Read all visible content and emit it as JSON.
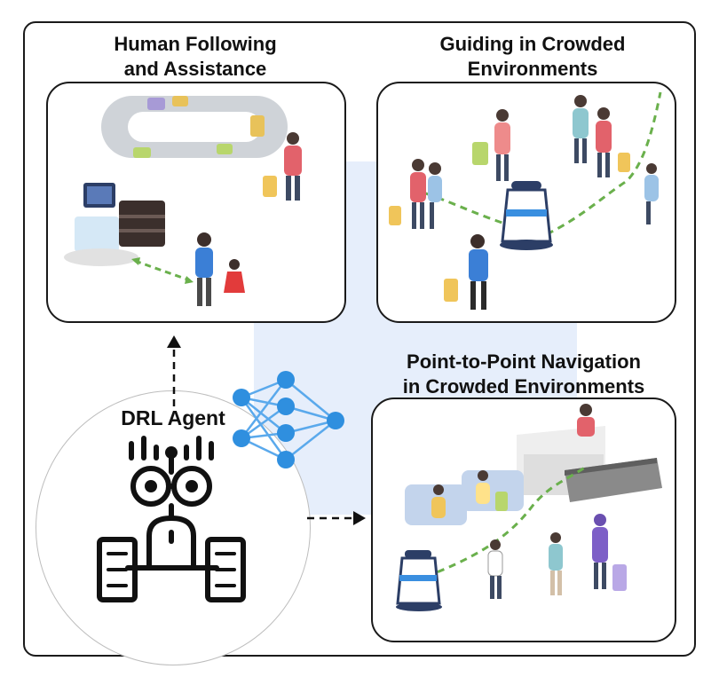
{
  "panels": {
    "human_following": {
      "title_line1": "Human Following",
      "title_line2": "and Assistance"
    },
    "guiding": {
      "title_line1": "Guiding in Crowded",
      "title_line2": "Environments"
    },
    "point_to_point": {
      "title_line1": "Point-to-Point Navigation",
      "title_line2": "in Crowded Environments"
    }
  },
  "agent": {
    "label": "DRL Agent"
  },
  "colors": {
    "path_green": "#6ab04c",
    "neural_node": "#2f8fdf",
    "neural_edge": "#5aa9ec",
    "background_panel": "#e6eefb",
    "border": "#1a1a1a"
  }
}
